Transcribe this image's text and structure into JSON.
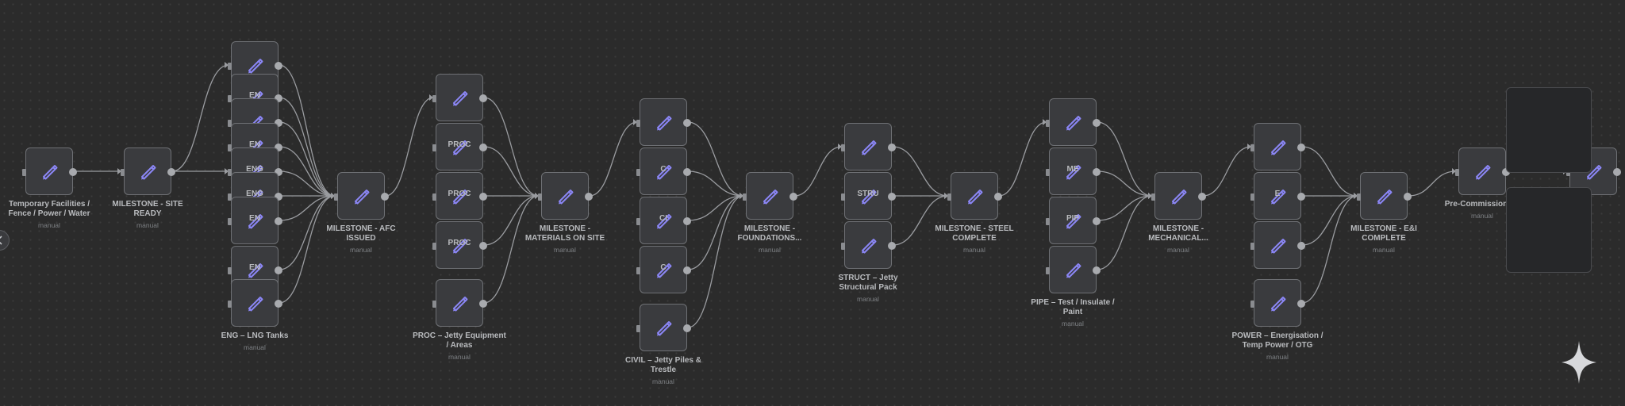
{
  "workflow": {
    "nodes": [
      {
        "id": "temp",
        "title": "Temporary Facilities / Fence / Power / Water",
        "sub": "manual"
      },
      {
        "id": "m-site",
        "title": "MILESTONE - SITE READY",
        "sub": "manual"
      },
      {
        "id": "eng1",
        "title": "",
        "sub": ""
      },
      {
        "id": "eng2",
        "title": "EN",
        "sub": ""
      },
      {
        "id": "eng3",
        "title": "",
        "sub": ""
      },
      {
        "id": "eng4",
        "title": "EN",
        "sub": ""
      },
      {
        "id": "eng5",
        "title": "ENG",
        "sub": ""
      },
      {
        "id": "eng6",
        "title": "ENG",
        "sub": ""
      },
      {
        "id": "eng7",
        "title": "EN",
        "sub": ""
      },
      {
        "id": "eng8",
        "title": "EN",
        "sub": ""
      },
      {
        "id": "eng9",
        "title": "ENG – LNG Tanks",
        "sub": "manual"
      },
      {
        "id": "m-afc",
        "title": "MILESTONE - AFC ISSUED",
        "sub": "manual"
      },
      {
        "id": "proc1",
        "title": "",
        "sub": ""
      },
      {
        "id": "proc2",
        "title": "PROC",
        "sub": ""
      },
      {
        "id": "proc3",
        "title": "PROC",
        "sub": ""
      },
      {
        "id": "proc4",
        "title": "PROC",
        "sub": ""
      },
      {
        "id": "proc5",
        "title": "PROC – Jetty Equipment / Areas",
        "sub": "manual"
      },
      {
        "id": "m-mat",
        "title": "MILESTONE - MATERIALS ON SITE",
        "sub": "manual"
      },
      {
        "id": "civil1",
        "title": "",
        "sub": ""
      },
      {
        "id": "civil2",
        "title": "C",
        "sub": ""
      },
      {
        "id": "civil3",
        "title": "CI",
        "sub": ""
      },
      {
        "id": "civil4",
        "title": "C",
        "sub": ""
      },
      {
        "id": "civil5",
        "title": "CIVIL – Jetty Piles & Trestle",
        "sub": "manual"
      },
      {
        "id": "m-found",
        "title": "MILESTONE - FOUNDATIONS...",
        "sub": "manual"
      },
      {
        "id": "struct1",
        "title": "",
        "sub": ""
      },
      {
        "id": "struct2",
        "title": "STRU",
        "sub": ""
      },
      {
        "id": "struct3",
        "title": "STRUCT – Jetty Structural Pack",
        "sub": "manual"
      },
      {
        "id": "m-steel",
        "title": "MILESTONE - STEEL COMPLETE",
        "sub": "manual"
      },
      {
        "id": "pipe1",
        "title": "",
        "sub": ""
      },
      {
        "id": "pipe2",
        "title": "ME",
        "sub": ""
      },
      {
        "id": "pipe3",
        "title": "PIP",
        "sub": ""
      },
      {
        "id": "pipe4",
        "title": "PIPE – Test / Insulate / Paint",
        "sub": "manual"
      },
      {
        "id": "m-mech",
        "title": "MILESTONE - MECHANICAL...",
        "sub": "manual"
      },
      {
        "id": "ei1",
        "title": "",
        "sub": ""
      },
      {
        "id": "ei2",
        "title": "E",
        "sub": ""
      },
      {
        "id": "ei3",
        "title": "E",
        "sub": ""
      },
      {
        "id": "ei4",
        "title": "",
        "sub": ""
      },
      {
        "id": "power",
        "title": "POWER – Energisation / Temp Power / OTG",
        "sub": "manual"
      },
      {
        "id": "m-ei",
        "title": "MILESTONE - E&I COMPLETE",
        "sub": "manual"
      },
      {
        "id": "precomm",
        "title": "Pre-Commissioning",
        "sub": "manual"
      },
      {
        "id": "last",
        "title": "",
        "sub": ""
      }
    ]
  },
  "icons": {
    "node": "pencil-icon",
    "assistant": "sparkle-icon",
    "scroll": "chevron-left-icon"
  },
  "colors": {
    "canvas": "#2b2b2b",
    "node_fill": "#3a3b3e",
    "node_border": "#6e7074",
    "icon_accent": "#8b86f5",
    "edge": "#9a9ca0",
    "label": "#b9bbbe"
  }
}
